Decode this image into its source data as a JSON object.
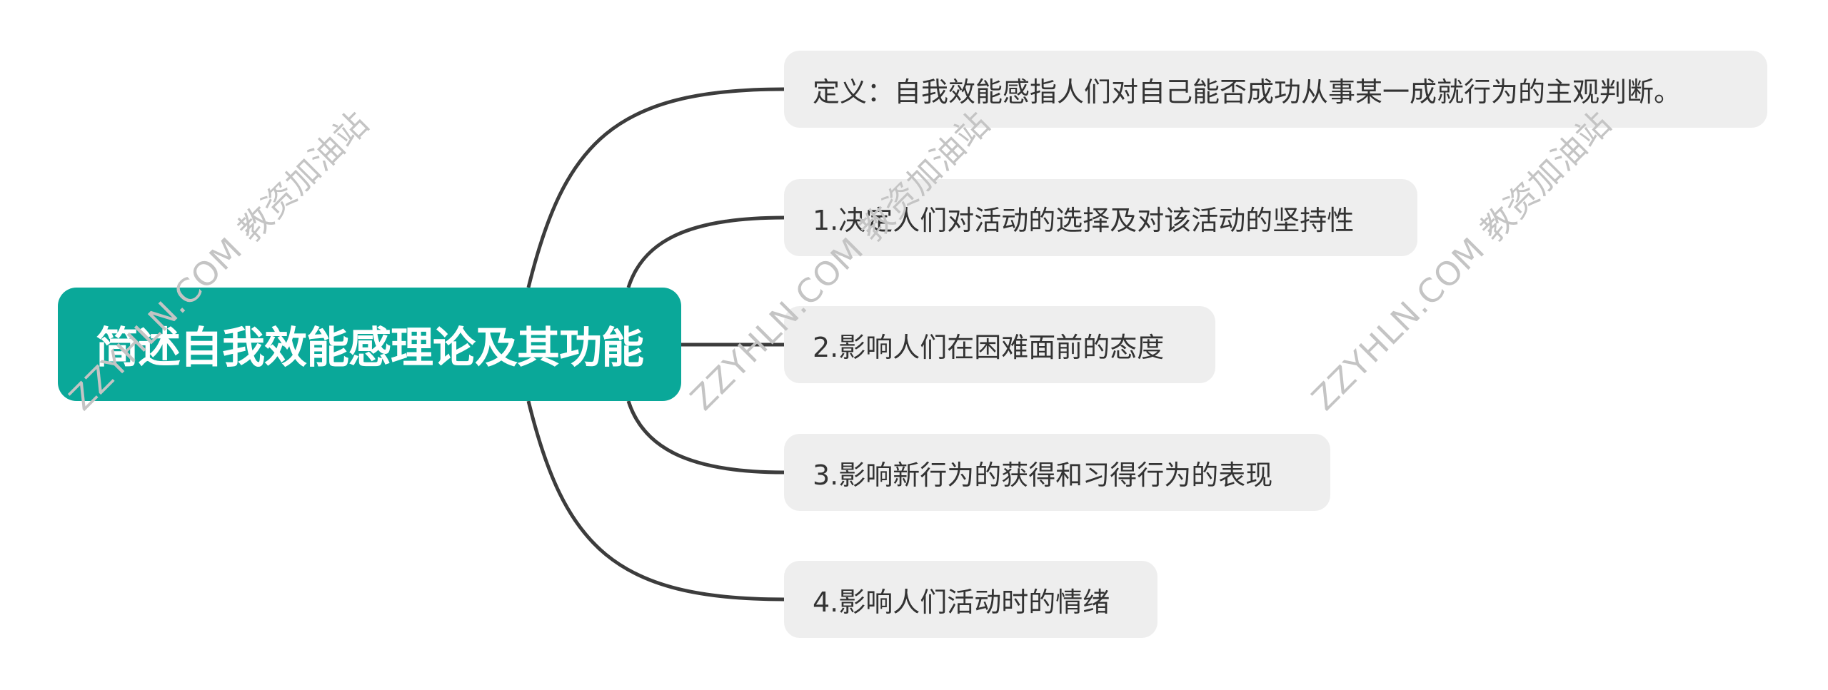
{
  "colors": {
    "root_bg": "#0aa899",
    "branch_bg": "#eeeeee",
    "connector": "#3c3c3c",
    "watermark": "#c4c4c4"
  },
  "root": {
    "label": "简述自我效能感理论及其功能"
  },
  "branches": [
    {
      "label": "定义：自我效能感指人们对自己能否成功从事某一成就行为的主观判断。"
    },
    {
      "label": "1.决定人们对活动的选择及对该活动的坚持性"
    },
    {
      "label": "2.影响人们在困难面前的态度"
    },
    {
      "label": "3.影响新行为的获得和习得行为的表现"
    },
    {
      "label": "4.影响人们活动时的情绪"
    }
  ],
  "watermark": {
    "text": "ZZYHLN.COM 教资加油站"
  }
}
